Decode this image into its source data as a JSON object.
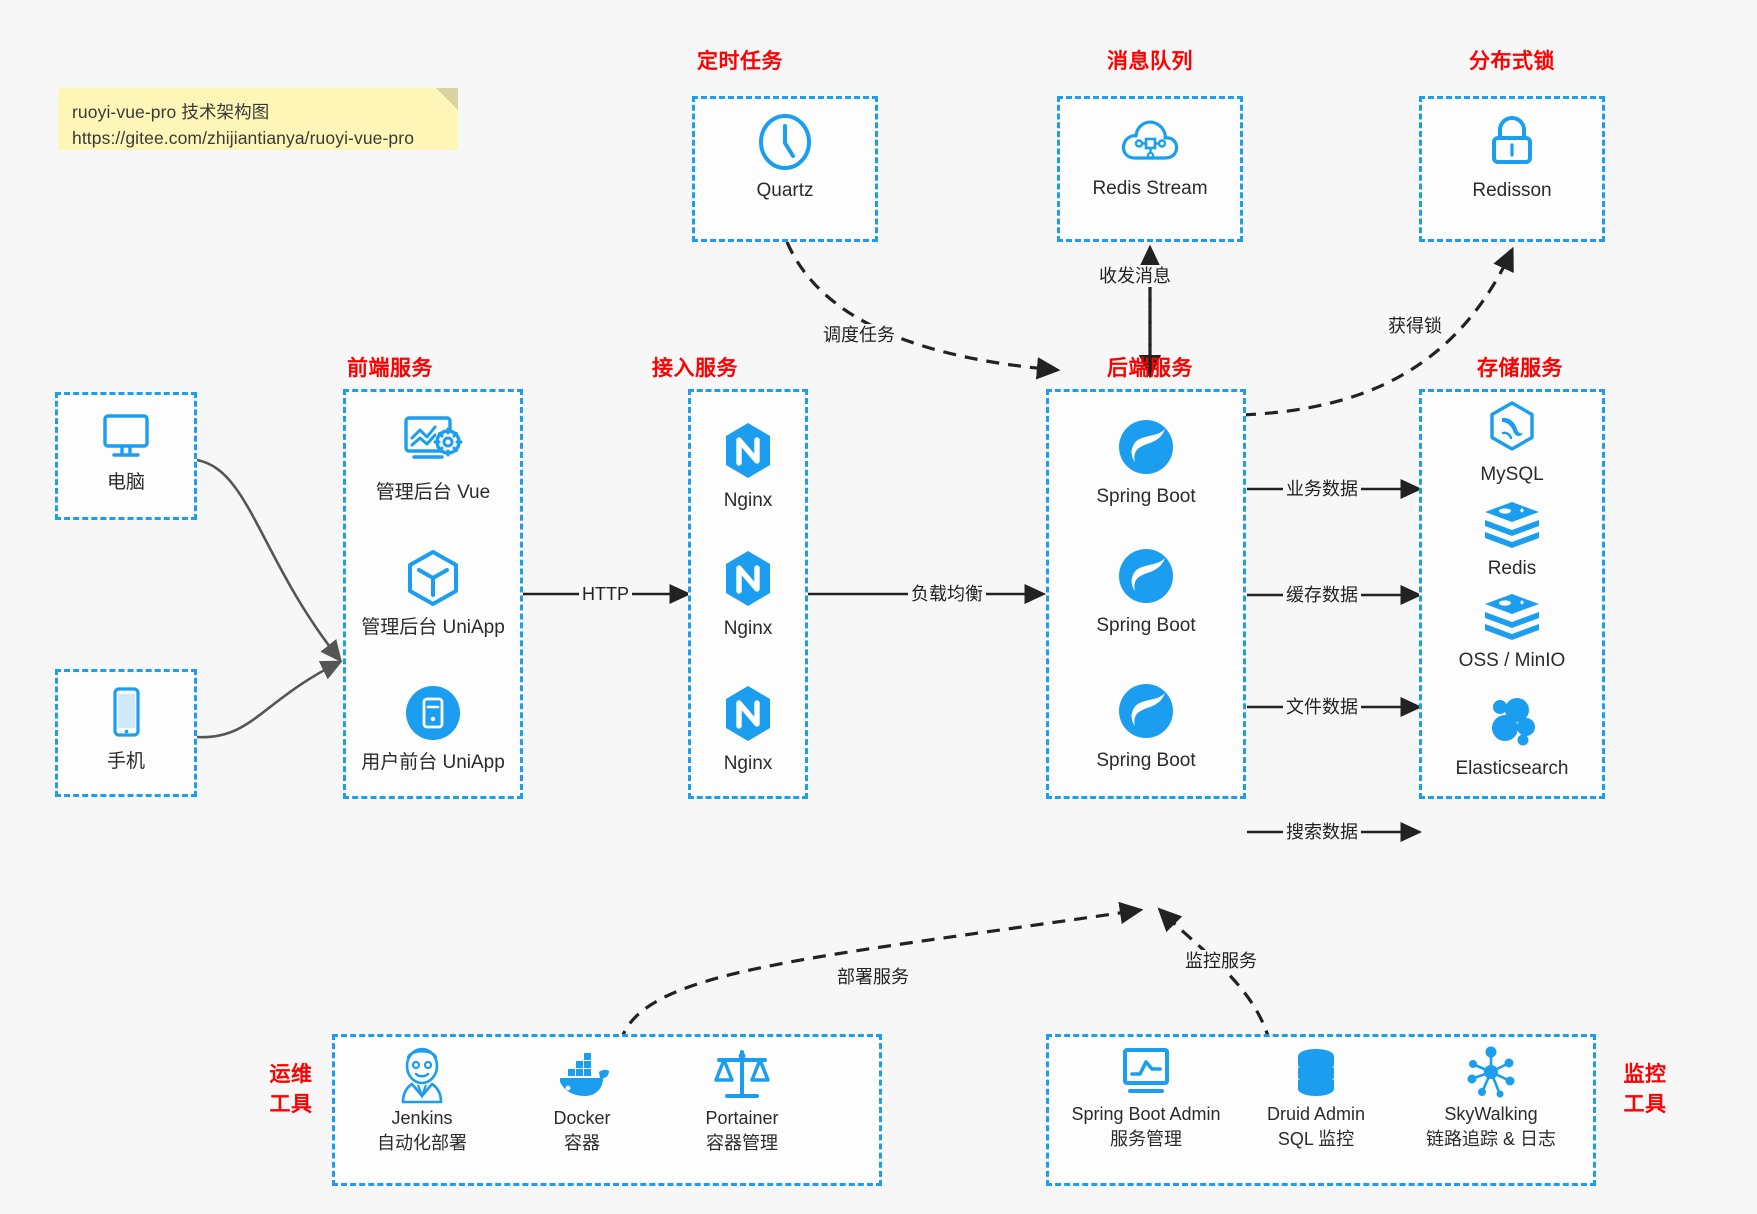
{
  "note": {
    "line1": "ruoyi-vue-pro 技术架构图",
    "line2": "https://gitee.com/zhijiantianya/ruoyi-vue-pro"
  },
  "groups": {
    "scheduled_task": {
      "title": "定时任务"
    },
    "message_queue": {
      "title": "消息队列"
    },
    "distributed_lock": {
      "title": "分布式锁"
    },
    "frontend": {
      "title": "前端服务"
    },
    "gateway": {
      "title": "接入服务"
    },
    "backend": {
      "title": "后端服务"
    },
    "storage": {
      "title": "存储服务"
    },
    "devops": {
      "title": "运维\n工具",
      "title_l1": "运维",
      "title_l2": "工具"
    },
    "monitor": {
      "title": "监控\n工具",
      "title_l1": "监控",
      "title_l2": "工具"
    }
  },
  "nodes": {
    "quartz": {
      "label": "Quartz",
      "icon": "clock-icon"
    },
    "redis_stream": {
      "label": "Redis Stream",
      "icon": "cloud-stream-icon"
    },
    "redisson": {
      "label": "Redisson",
      "icon": "lock-icon"
    },
    "pc": {
      "label": "电脑",
      "icon": "desktop-monitor-icon"
    },
    "mobile": {
      "label": "手机",
      "icon": "smartphone-icon"
    },
    "admin_vue": {
      "label": "管理后台 Vue",
      "icon": "dashboard-gear-icon"
    },
    "admin_uniapp": {
      "label": "管理后台 UniApp",
      "icon": "uniapp-cube-icon"
    },
    "user_uniapp": {
      "label": "用户前台 UniApp",
      "icon": "mobile-app-icon"
    },
    "nginx1": {
      "label": "Nginx",
      "icon": "nginx-icon"
    },
    "nginx2": {
      "label": "Nginx",
      "icon": "nginx-icon"
    },
    "nginx3": {
      "label": "Nginx",
      "icon": "nginx-icon"
    },
    "springboot1": {
      "label": "Spring Boot",
      "icon": "spring-leaf-icon"
    },
    "springboot2": {
      "label": "Spring Boot",
      "icon": "spring-leaf-icon"
    },
    "springboot3": {
      "label": "Spring Boot",
      "icon": "spring-leaf-icon"
    },
    "mysql": {
      "label": "MySQL",
      "icon": "mysql-dolphin-icon"
    },
    "redis": {
      "label": "Redis",
      "icon": "redis-stack-icon"
    },
    "oss_minio": {
      "label": "OSS / MinIO",
      "icon": "redis-stack-icon"
    },
    "elasticsearch": {
      "label": "Elasticsearch",
      "icon": "elasticsearch-icon"
    },
    "jenkins": {
      "label": "Jenkins",
      "sublabel": "自动化部署",
      "icon": "jenkins-butler-icon"
    },
    "docker": {
      "label": "Docker",
      "sublabel": "容器",
      "icon": "docker-whale-icon"
    },
    "portainer": {
      "label": "Portainer",
      "sublabel": "容器管理",
      "icon": "portainer-scale-icon"
    },
    "sba": {
      "label": "Spring Boot Admin",
      "sublabel": "服务管理",
      "icon": "monitor-chart-icon"
    },
    "druid": {
      "label": "Druid Admin",
      "sublabel": "SQL 监控",
      "icon": "database-icon"
    },
    "skywalking": {
      "label": "SkyWalking",
      "sublabel": "链路追踪 & 日志",
      "icon": "skywalking-node-icon"
    }
  },
  "edges": {
    "schedule_task": "调度任务",
    "send_receive_msg": "收发消息",
    "acquire_lock": "获得锁",
    "http": "HTTP",
    "load_balance": "负载均衡",
    "business_data": "业务数据",
    "cache_data": "缓存数据",
    "file_data": "文件数据",
    "search_data": "搜索数据",
    "deploy_service": "部署服务",
    "monitor_service": "监控服务"
  },
  "colors": {
    "accent": "#1b9df0",
    "title": "#ff0000",
    "background": "#f7f7f7",
    "note": "#fdf6b6",
    "arrow": "#222222",
    "gray_arrow": "#555555"
  }
}
